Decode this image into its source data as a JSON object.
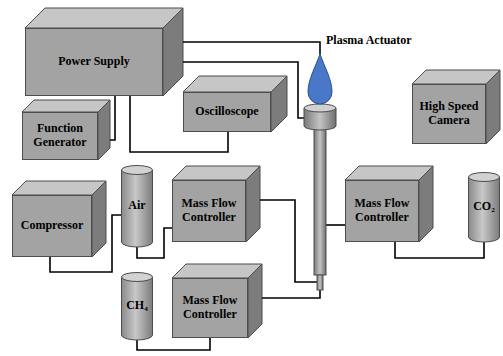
{
  "diagram": {
    "nodes": [
      {
        "text": [
          "Power Supply"
        ]
      },
      {
        "text": [
          "Plasma Actuator"
        ]
      },
      {
        "text": [
          "High Speed Camera"
        ]
      },
      {
        "text": [
          "Function Generator"
        ]
      },
      {
        "text": [
          "Oscilloscope"
        ]
      },
      {
        "text": [
          "Compressor"
        ]
      },
      {
        "text": [
          "Air"
        ]
      },
      {
        "text": [
          "Mass Flow Controller"
        ]
      },
      {
        "text": [
          "Mass Flow Controller"
        ]
      },
      {
        "text": [
          "CO₂"
        ]
      },
      {
        "text": [
          "CH₄"
        ]
      },
      {
        "text": [
          "Mass Flow Controller"
        ]
      }
    ],
    "edges": [
      {
        "from": 0,
        "to": 1,
        "arrow": "none"
      },
      {
        "from": 0,
        "to": 1,
        "arrow": "none"
      },
      {
        "from": 3,
        "to": 0,
        "arrow": "none"
      },
      {
        "from": 0,
        "to": 4,
        "arrow": "none"
      },
      {
        "from": 5,
        "to": 6,
        "arrow": "none"
      },
      {
        "from": 6,
        "to": 7,
        "arrow": "none"
      },
      {
        "from": 7,
        "to": 1,
        "arrow": "none"
      },
      {
        "from": 9,
        "to": 8,
        "arrow": "none"
      },
      {
        "from": 8,
        "to": 1,
        "arrow": "none"
      },
      {
        "from": 10,
        "to": 11,
        "arrow": "none"
      },
      {
        "from": 11,
        "to": 1,
        "arrow": "none"
      }
    ]
  }
}
